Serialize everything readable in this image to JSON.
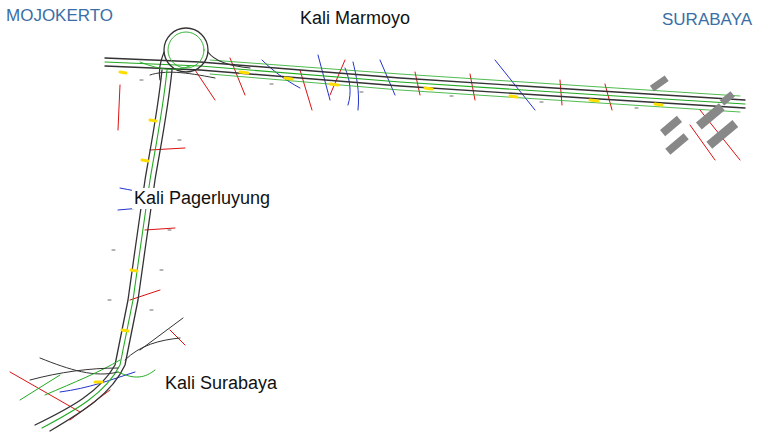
{
  "diagram": {
    "labels": [
      "MOJOKERTO",
      "Kali Marmoyo",
      "SURABAYA",
      "Kali Pagerluyung",
      "Kali Surabaya"
    ]
  }
}
